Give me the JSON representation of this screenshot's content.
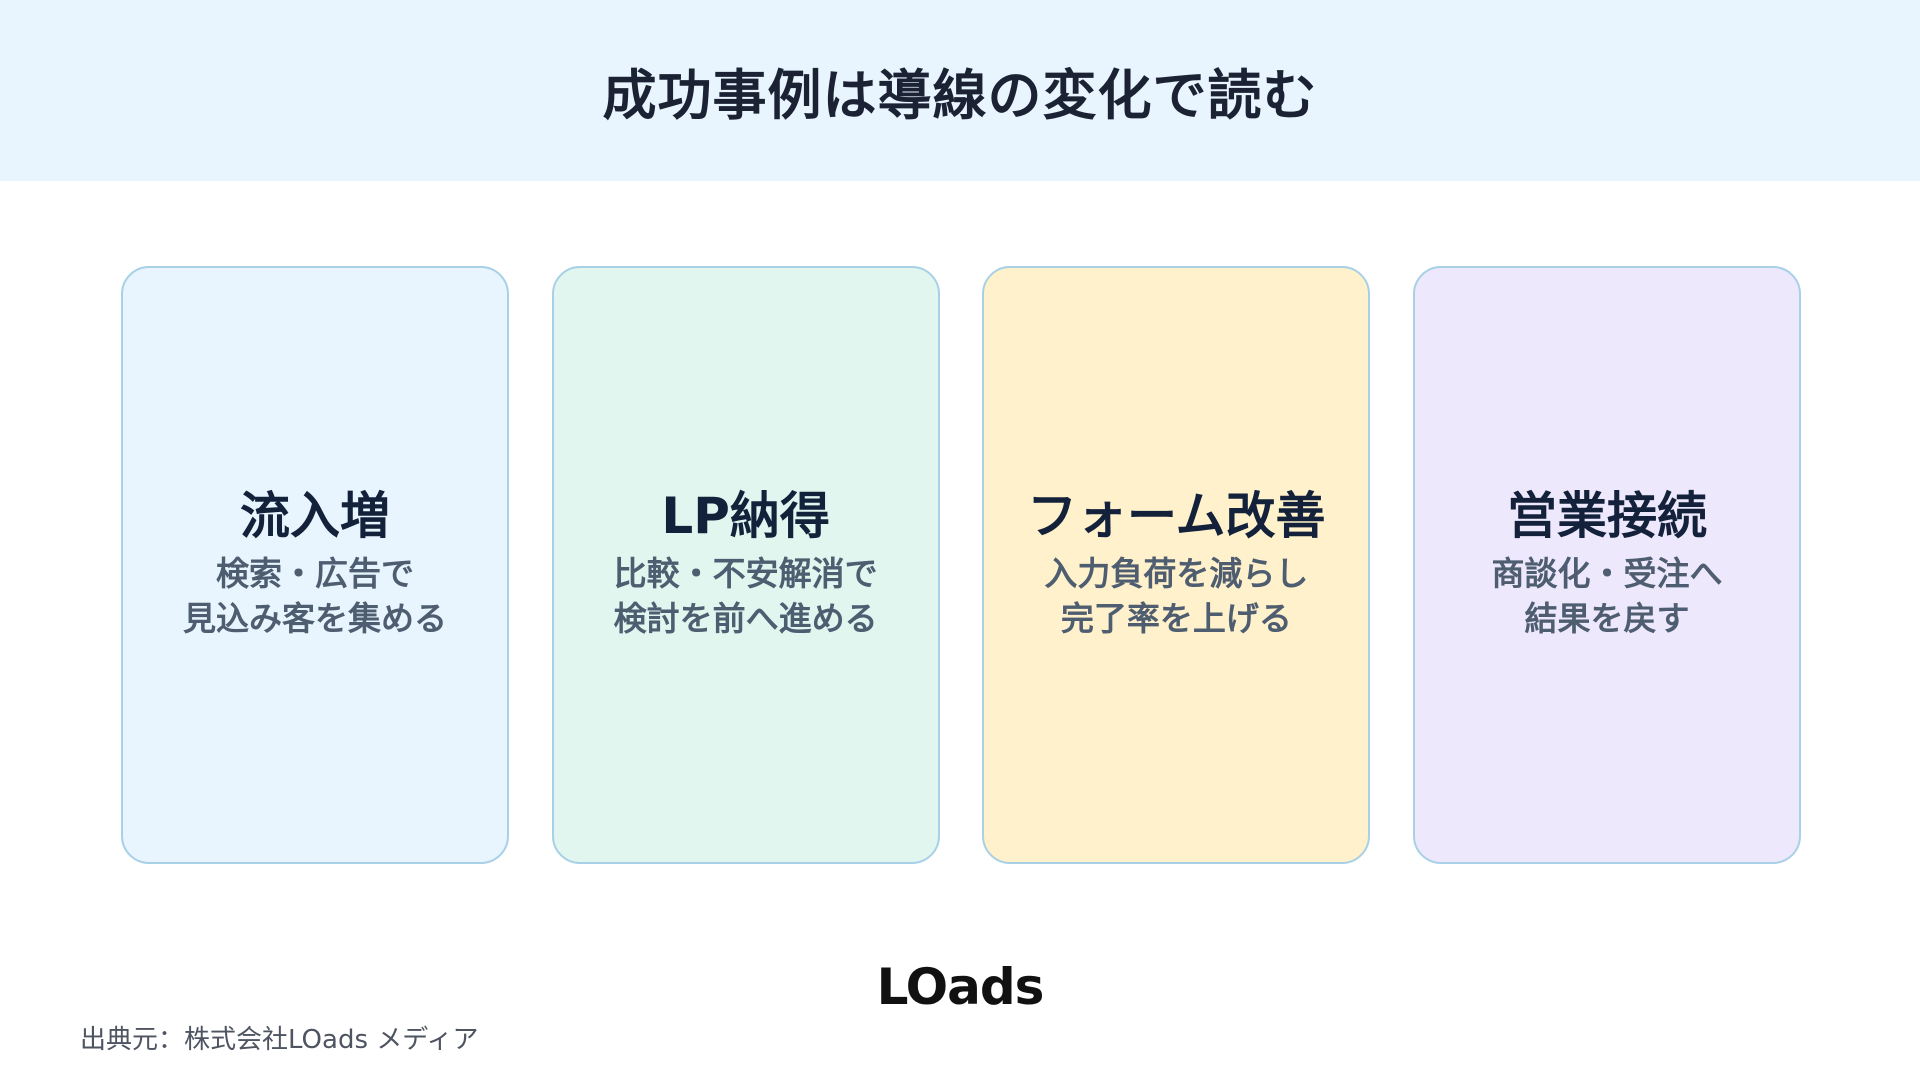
{
  "header": {
    "title": "成功事例は導線の変化で読む"
  },
  "cards": [
    {
      "title": "流入増",
      "desc_line1": "検索・広告で",
      "desc_line2": "見込み客を集める",
      "bg": "#e8f5fe"
    },
    {
      "title": "LP納得",
      "desc_line1": "比較・不安解消で",
      "desc_line2": "検討を前へ進める",
      "bg": "#e0f6ef"
    },
    {
      "title": "フォーム改善",
      "desc_line1": "入力負荷を減らし",
      "desc_line2": "完了率を上げる",
      "bg": "#fff1cb"
    },
    {
      "title": "営業接続",
      "desc_line1": "商談化・受注へ",
      "desc_line2": "結果を戻す",
      "bg": "#eee8fd"
    }
  ],
  "footer": {
    "logo_text": "LOads",
    "source": "出典元：株式会社LOads メディア"
  },
  "colors": {
    "card_border": "#a8d0e6",
    "title_band": "#e8f5fe"
  }
}
